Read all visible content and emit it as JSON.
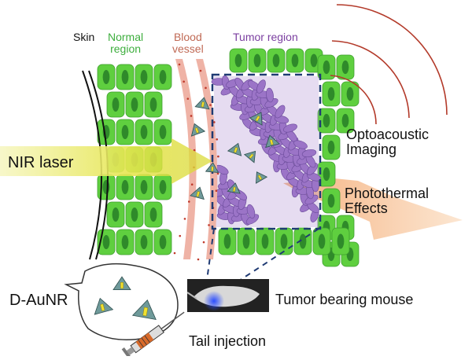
{
  "labels": {
    "skin": "Skin",
    "normal_region": [
      "Normal",
      "region"
    ],
    "blood_vessel": [
      "Blood",
      "vessel"
    ],
    "tumor_region": "Tumor region",
    "nir_laser": "NIR laser",
    "optoacoustic": [
      "Optoacoustic",
      "Imaging"
    ],
    "photothermal": [
      "Photothermal",
      "Effects"
    ],
    "d_aunr": "D-AuNR",
    "tumor_mouse": "Tumor bearing mouse",
    "tail_injection": "Tail injection"
  },
  "colors": {
    "normal_text": "#3dae3d",
    "blood_text": "#c06a55",
    "tumor_text": "#7b3fa0",
    "cell_green": "#5fcf3f",
    "nucleus_green": "#2f8a2a",
    "vessel_pink": "#efb3a6",
    "tumor_purple": "#9b74c7",
    "dashed_box": "#1f3a73",
    "wave_red": "#b33a2a",
    "laser_yellow": "#e8e85a",
    "photo_orange": "#f7c49a",
    "particle_teal": "#6f9a9a",
    "rod_yellow": "#f0e030"
  }
}
